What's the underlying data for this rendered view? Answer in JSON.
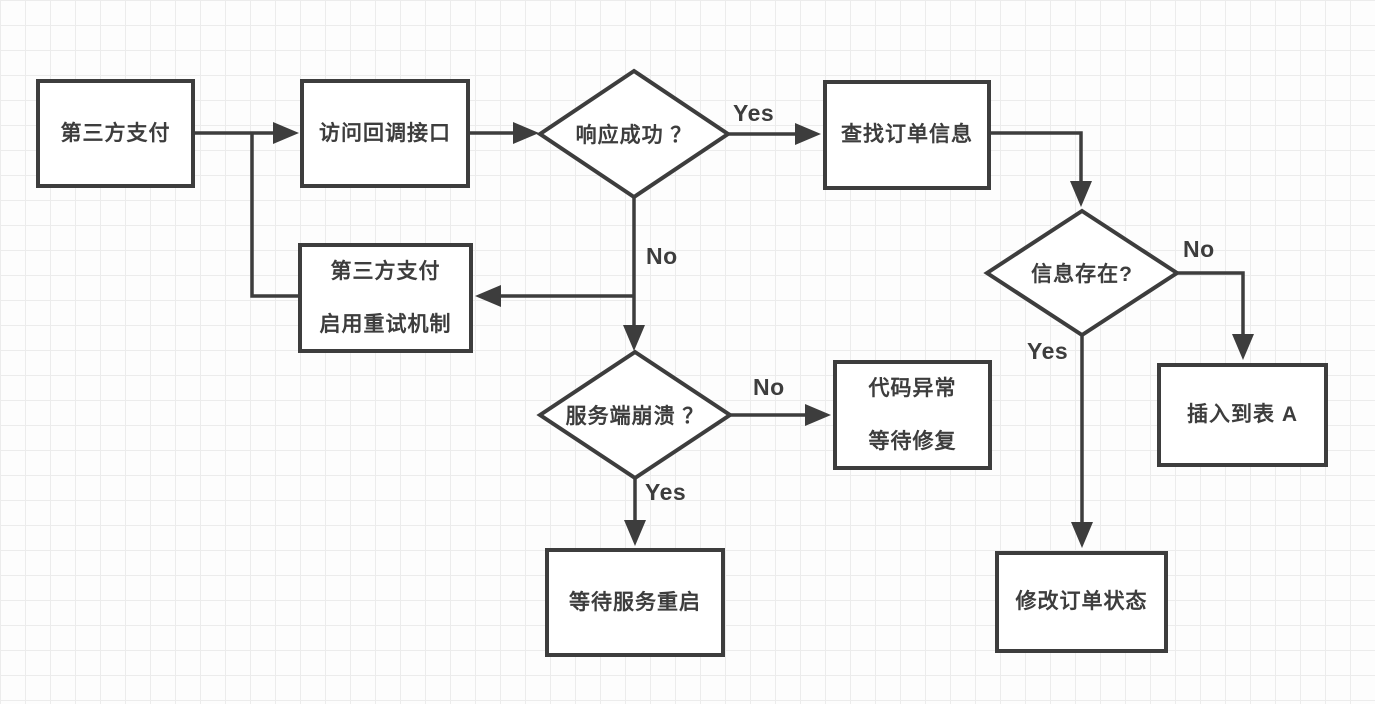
{
  "diagram": {
    "title": "third-party payment callback retry flowchart",
    "colors": {
      "stroke": "#3d3d3d",
      "node_fill": "#ffffff",
      "background": "#fdfdfd",
      "grid_line": "#ececec"
    },
    "nodes": {
      "third_party_payment": {
        "type": "process",
        "label": "第三方支付"
      },
      "call_callback_api": {
        "type": "process",
        "label": "访问回调接口"
      },
      "response_success": {
        "type": "decision",
        "label": "响应成功 ？"
      },
      "find_order_info": {
        "type": "process",
        "label": "查找订单信息"
      },
      "retry_mechanism": {
        "type": "process",
        "label_line1": "第三方支付",
        "label_line2": "启用重试机制"
      },
      "server_crash": {
        "type": "decision",
        "label": "服务端崩溃 ？"
      },
      "code_exception": {
        "type": "process",
        "label_line1": "代码异常",
        "label_line2": "等待修复"
      },
      "wait_service_restart": {
        "type": "process",
        "label": "等待服务重启"
      },
      "info_exists": {
        "type": "decision",
        "label": "信息存在?"
      },
      "insert_table_a": {
        "type": "process",
        "label": "插入到表 A"
      },
      "update_order_status": {
        "type": "process",
        "label": "修改订单状态"
      }
    },
    "edge_labels": {
      "response_yes": "Yes",
      "response_no": "No",
      "crash_no": "No",
      "crash_yes": "Yes",
      "exists_no": "No",
      "exists_yes": "Yes"
    },
    "edges": [
      {
        "from": "third_party_payment",
        "to": "call_callback_api",
        "label": ""
      },
      {
        "from": "call_callback_api",
        "to": "response_success",
        "label": ""
      },
      {
        "from": "response_success",
        "to": "find_order_info",
        "label": "Yes"
      },
      {
        "from": "response_success",
        "to": "retry_mechanism",
        "label": "No"
      },
      {
        "from": "retry_mechanism",
        "to": "call_callback_api",
        "label": ""
      },
      {
        "from": "response_success",
        "to": "server_crash",
        "label": "No"
      },
      {
        "from": "server_crash",
        "to": "code_exception",
        "label": "No"
      },
      {
        "from": "server_crash",
        "to": "wait_service_restart",
        "label": "Yes"
      },
      {
        "from": "find_order_info",
        "to": "info_exists",
        "label": ""
      },
      {
        "from": "info_exists",
        "to": "insert_table_a",
        "label": "No"
      },
      {
        "from": "info_exists",
        "to": "update_order_status",
        "label": "Yes"
      }
    ]
  }
}
